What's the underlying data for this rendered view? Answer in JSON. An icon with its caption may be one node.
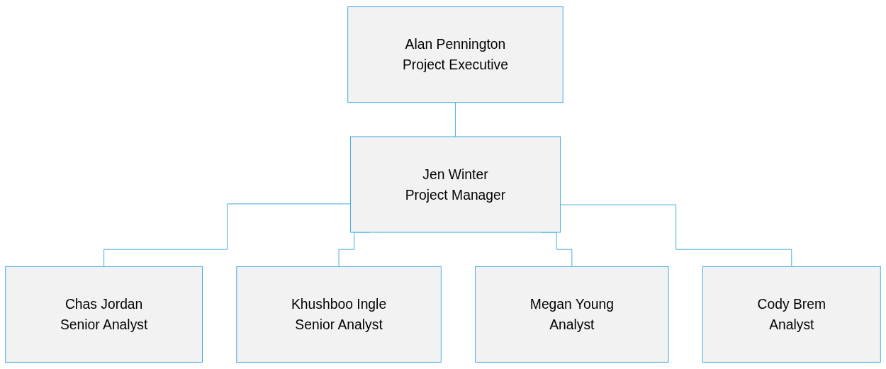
{
  "diagram": {
    "nodes": [
      {
        "text": [
          "Alan Pennington",
          "Project Executive"
        ]
      },
      {
        "text": [
          "Jen Winter",
          "Project Manager"
        ]
      },
      {
        "text": [
          "Chas Jordan",
          "Senior Analyst"
        ]
      },
      {
        "text": [
          "Khushboo Ingle",
          "Senior Analyst"
        ]
      },
      {
        "text": [
          "Megan Young",
          "Analyst"
        ]
      },
      {
        "text": [
          "Cody Brem",
          "Analyst"
        ]
      }
    ],
    "edges": [
      {
        "from": 0,
        "to": 1,
        "arrow": "none"
      },
      {
        "from": 1,
        "to": 2,
        "arrow": "none"
      },
      {
        "from": 1,
        "to": 3,
        "arrow": "none"
      },
      {
        "from": 1,
        "to": 4,
        "arrow": "none"
      },
      {
        "from": 1,
        "to": 5,
        "arrow": "none"
      }
    ]
  }
}
